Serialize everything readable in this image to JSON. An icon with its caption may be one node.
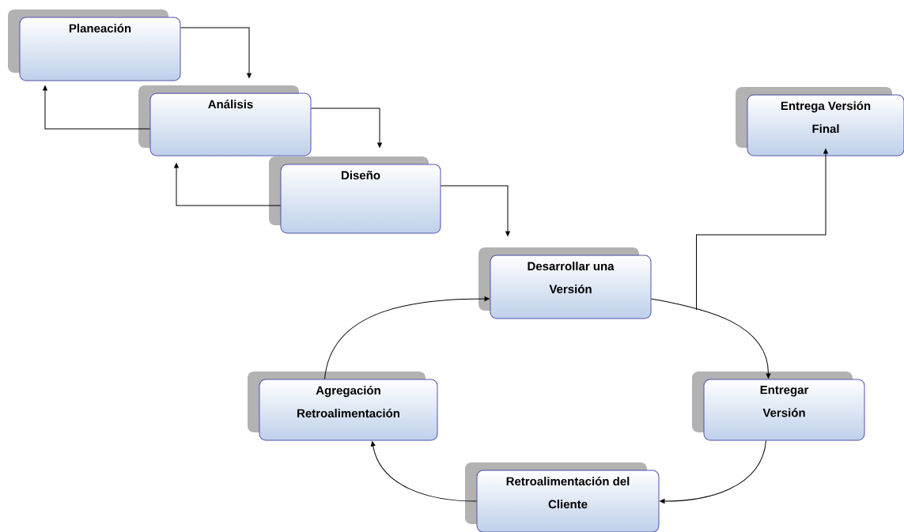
{
  "diagram": {
    "nodes": [
      {
        "text": [
          "Planeación"
        ]
      },
      {
        "text": [
          "Análisis"
        ]
      },
      {
        "text": [
          "Diseño"
        ]
      },
      {
        "text": [
          "Desarrollar una Versión"
        ]
      },
      {
        "text": [
          "Entregar Versión"
        ]
      },
      {
        "text": [
          "Retroalimentación del Cliente"
        ]
      },
      {
        "text": [
          "Agregación Retroalimentación"
        ]
      },
      {
        "text": [
          "Entrega Versión Final"
        ]
      }
    ],
    "edges": [
      {
        "from": 0,
        "to": 1,
        "arrow": "to"
      },
      {
        "from": 1,
        "to": 0,
        "arrow": "to"
      },
      {
        "from": 1,
        "to": 2,
        "arrow": "to"
      },
      {
        "from": 2,
        "to": 1,
        "arrow": "to"
      },
      {
        "from": 2,
        "to": 3,
        "arrow": "to"
      },
      {
        "from": 3,
        "to": 4,
        "arrow": "to"
      },
      {
        "from": 4,
        "to": 5,
        "arrow": "to"
      },
      {
        "from": 5,
        "to": 6,
        "arrow": "to"
      },
      {
        "from": 6,
        "to": 3,
        "arrow": "to"
      },
      {
        "from": 3,
        "to": 7,
        "arrow": "to"
      }
    ]
  }
}
